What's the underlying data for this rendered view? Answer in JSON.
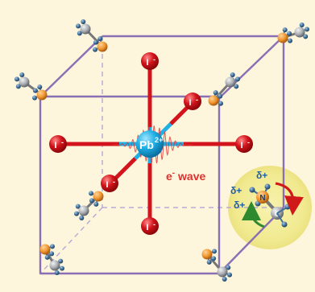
{
  "colors": {
    "background": "#fdf6dc",
    "cube_edge": "#8a6fb4",
    "iodine": "#d4141c",
    "lead": "#1fb0e6",
    "wave": "#e0302f",
    "nitrogen": "#f0962e",
    "carbon": "#9aa0a6",
    "hydrogen": "#3f6f9a",
    "highlight": "#f4ee9c",
    "arrow_red": "#d01a1a",
    "arrow_green": "#2f8a2f",
    "charge_text": "#1f5fa8"
  },
  "center": {
    "label": "Pb",
    "charge": "2+"
  },
  "iodide": {
    "label": "I",
    "charge": "-"
  },
  "wave_label": {
    "prefix": "e",
    "sup": "-",
    "suffix": " wave"
  },
  "cation": {
    "n_label": "N",
    "c_label": "C",
    "delta_charges": [
      "δ+",
      "δ+",
      "δ+"
    ]
  }
}
